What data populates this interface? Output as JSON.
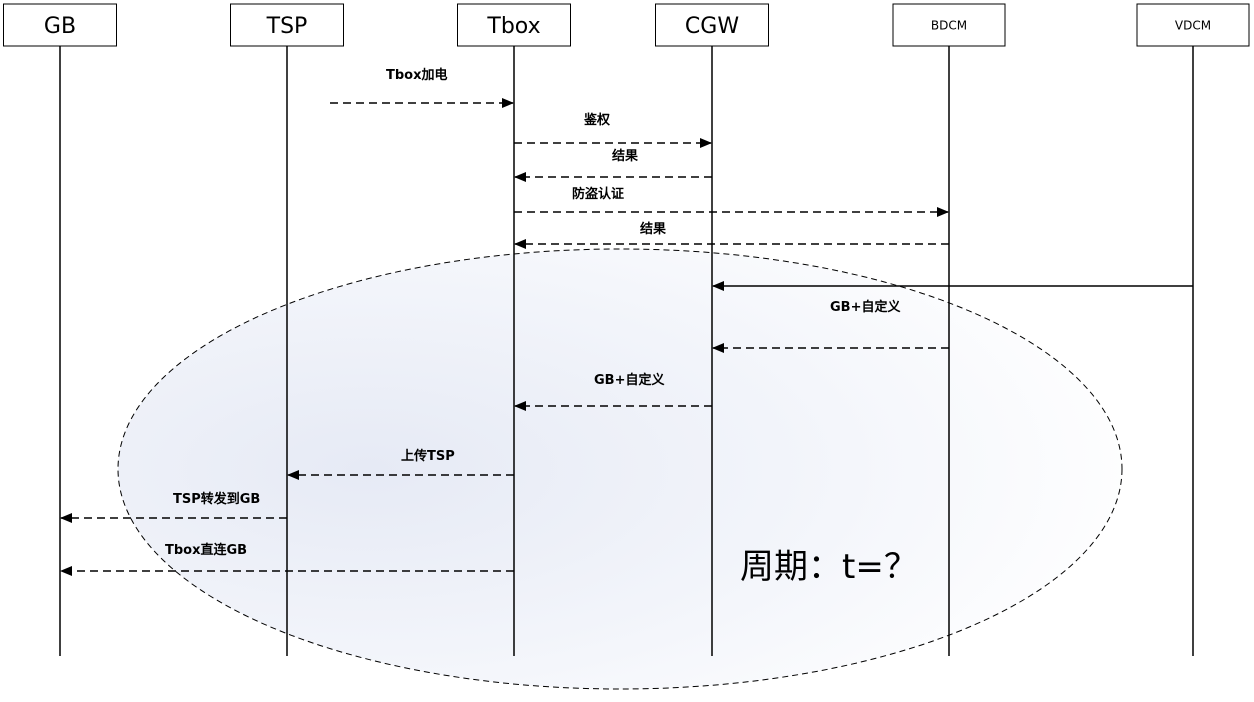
{
  "actors": [
    {
      "id": "gb",
      "label": "GB"
    },
    {
      "id": "tsp",
      "label": "TSP"
    },
    {
      "id": "tbox",
      "label": "Tbox"
    },
    {
      "id": "cgw",
      "label": "CGW"
    },
    {
      "id": "bdcm",
      "label": "BDCM"
    },
    {
      "id": "vdcm",
      "label": "VDCM"
    }
  ],
  "messages": [
    {
      "from": "ext",
      "to": "tbox",
      "label": "Tbox加电",
      "style": "dashed"
    },
    {
      "from": "tbox",
      "to": "cgw",
      "label": "鉴权",
      "style": "dashed"
    },
    {
      "from": "cgw",
      "to": "tbox",
      "label": "结果",
      "style": "dashed"
    },
    {
      "from": "tbox",
      "to": "bdcm",
      "label": "防盗认证",
      "style": "dashed"
    },
    {
      "from": "bdcm",
      "to": "tbox",
      "label": "结果",
      "style": "dashed"
    },
    {
      "from": "vdcm",
      "to": "cgw",
      "label": "",
      "style": "solid"
    },
    {
      "from": "bdcm",
      "to": "cgw",
      "label": "GB+自定义",
      "style": "dashed"
    },
    {
      "from": "cgw",
      "to": "tbox",
      "label": "GB+自定义",
      "style": "dashed"
    },
    {
      "from": "tbox",
      "to": "tsp",
      "label": "上传TSP",
      "style": "dashed"
    },
    {
      "from": "tsp",
      "to": "gb",
      "label": "TSP转发到GB",
      "style": "dashed"
    },
    {
      "from": "tbox",
      "to": "gb",
      "label": "Tbox直连GB",
      "style": "dashed"
    }
  ],
  "cycle": {
    "label": "周期：t=？"
  },
  "colors": {
    "line": "#000000",
    "ellipse_fill_inner": "#e9ecf6",
    "ellipse_fill_outer": "#ffffff"
  }
}
